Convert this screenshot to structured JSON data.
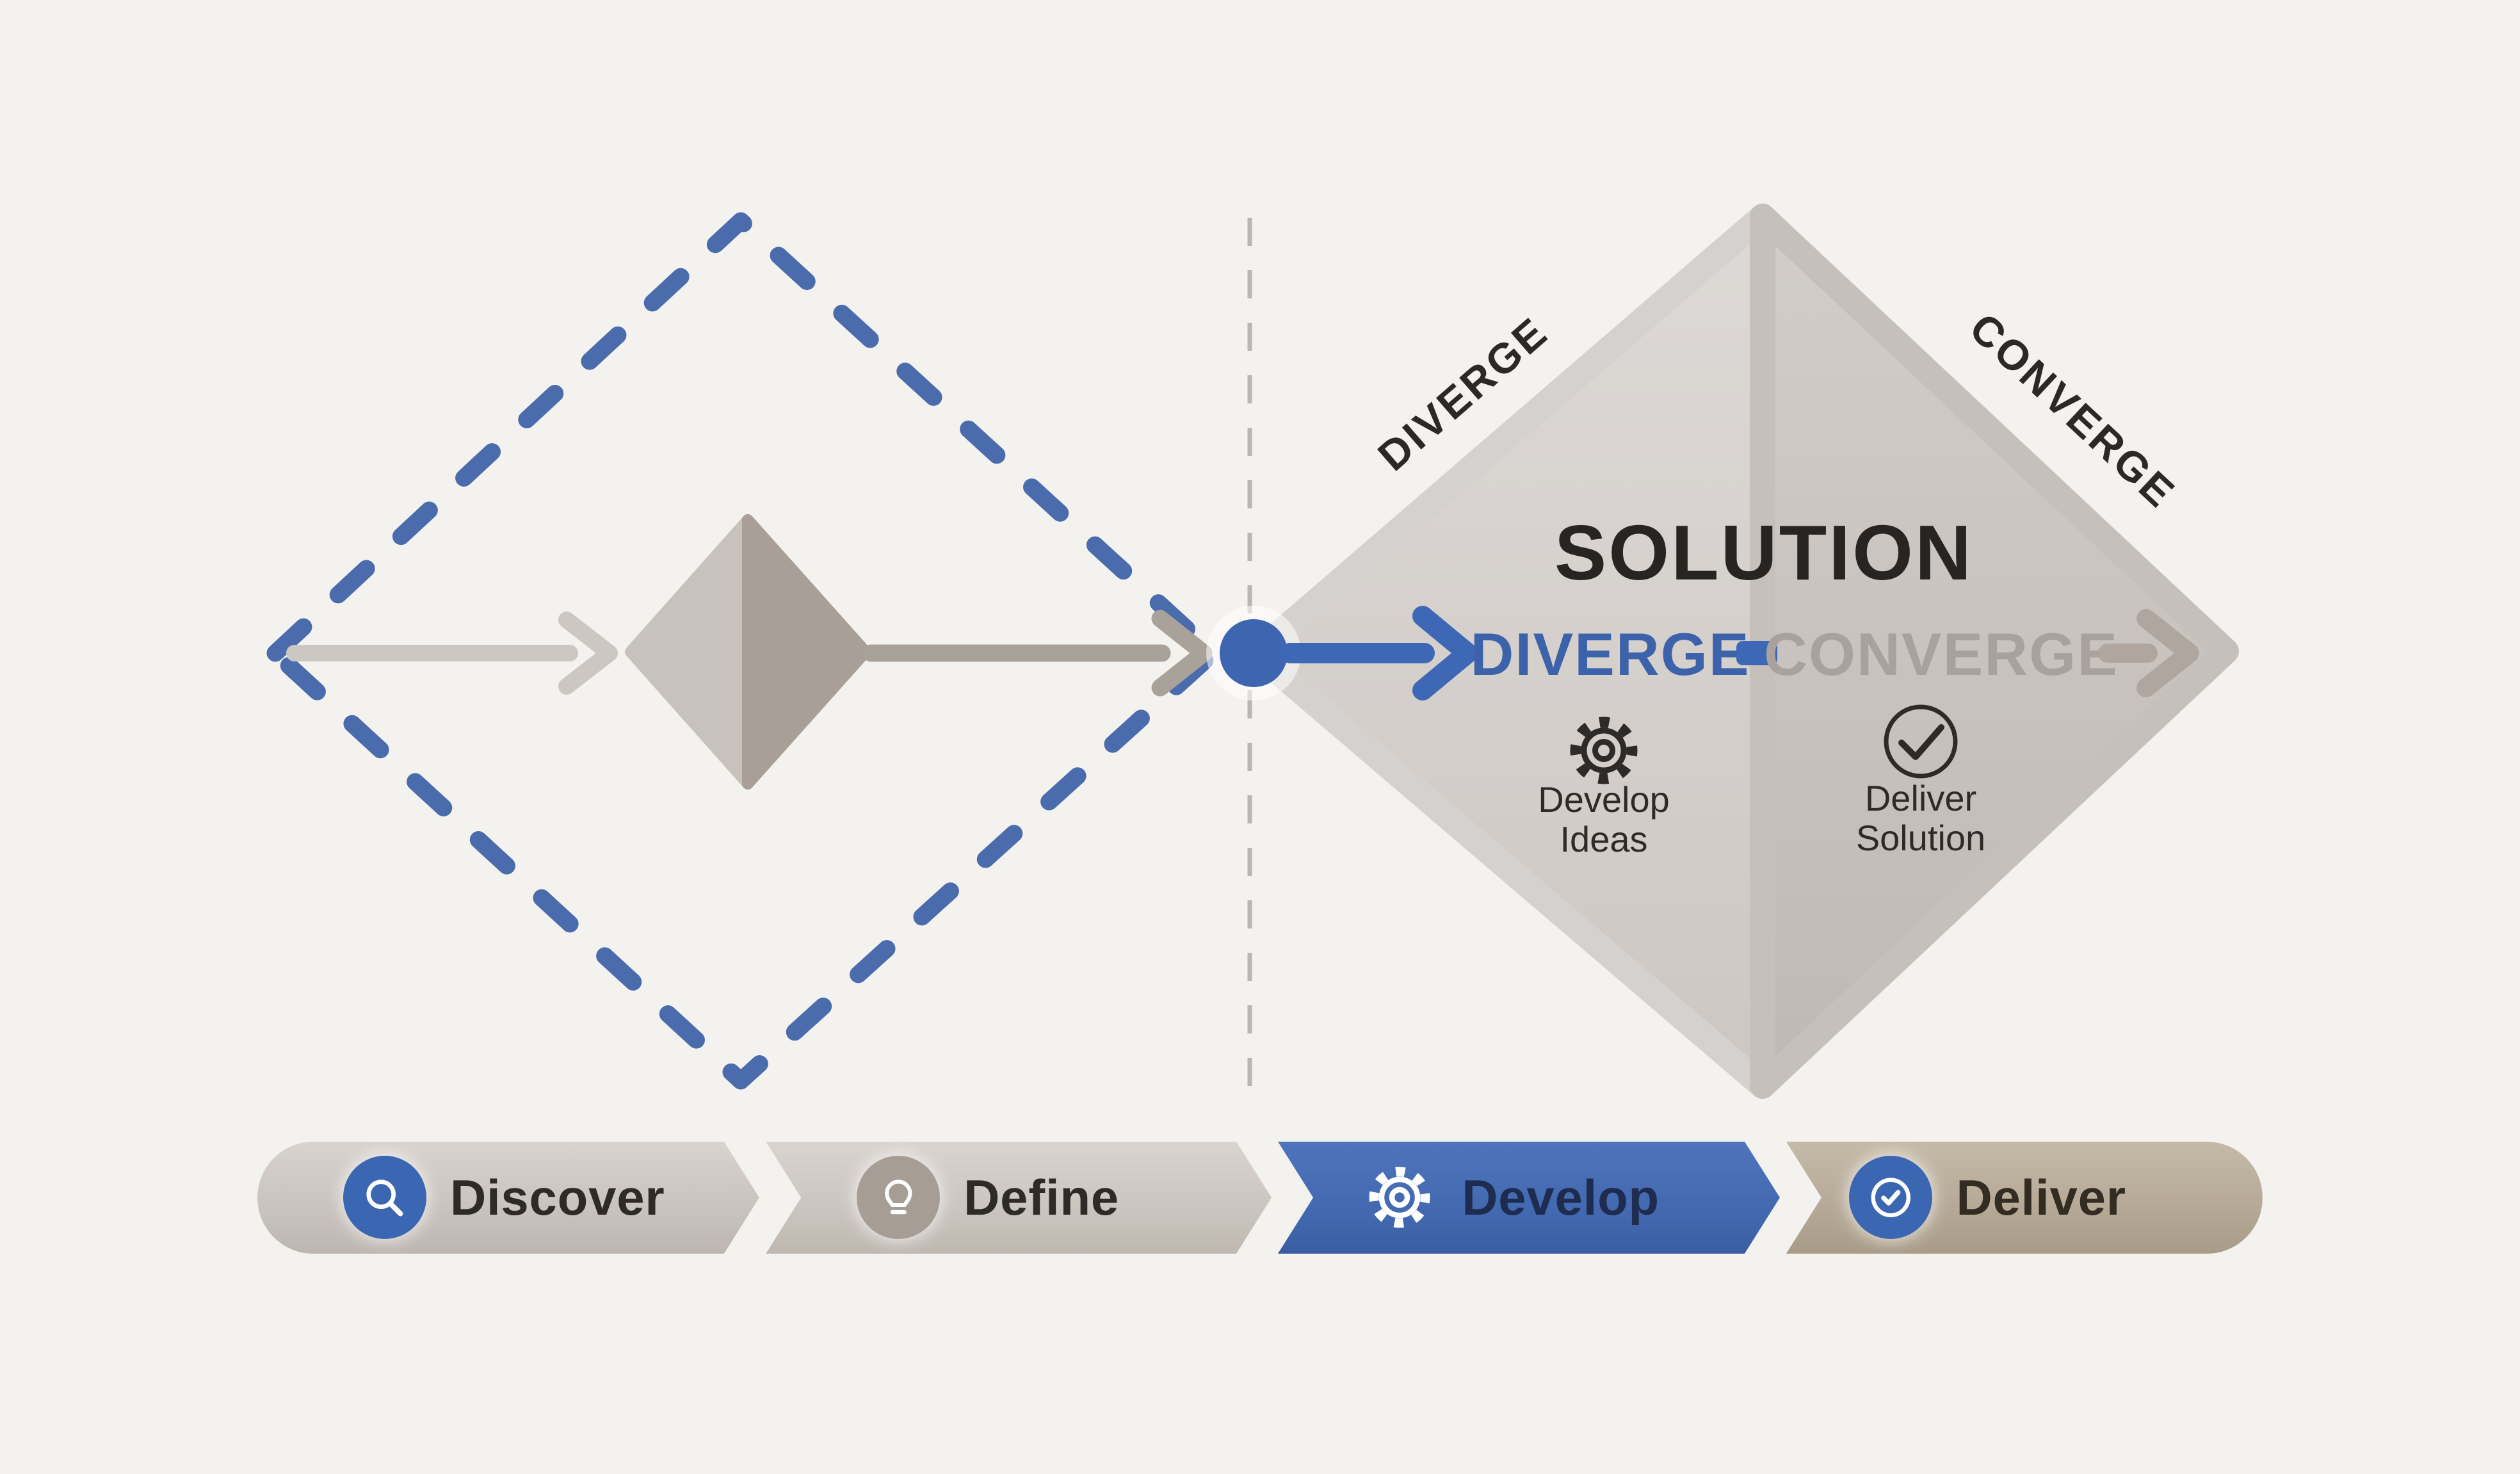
{
  "scene": {
    "background": "#f4f2ef",
    "accent_blue": "#3e68b5",
    "neutral_gray": "#cbc5c1",
    "taupe": "#aca49c"
  },
  "problem_diamond": {
    "style": "dashed-outline",
    "color": "#4a6cac"
  },
  "solution_diamond": {
    "title": "SOLUTION",
    "edge_label_left": "DIVERGE",
    "edge_label_right": "CONVERGE",
    "flow_left": "DIVERGE",
    "flow_right": "CONVERGE",
    "items": [
      {
        "icon": "gear-icon",
        "line1": "Develop",
        "line2": "Ideas"
      },
      {
        "icon": "check-circle-icon",
        "line1": "Deliver",
        "line2": "Solution"
      }
    ]
  },
  "process_bar": {
    "steps": [
      {
        "label": "Discover",
        "icon": "search-icon",
        "accent": "#3b66b2"
      },
      {
        "label": "Define",
        "icon": "lightbulb-icon",
        "accent": "#a69e95"
      },
      {
        "label": "Develop",
        "icon": "gear-icon",
        "accent": "#4168b0"
      },
      {
        "label": "Deliver",
        "icon": "check-circle-icon",
        "accent": "#3b66b2"
      }
    ]
  }
}
